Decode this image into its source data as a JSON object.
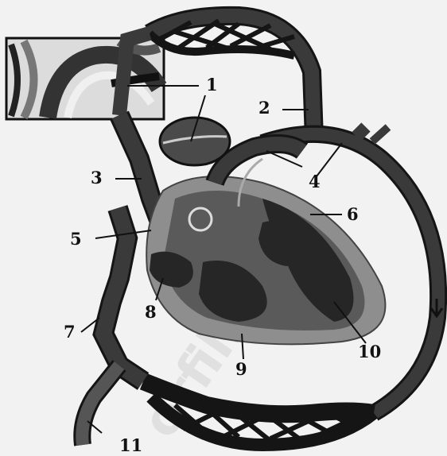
{
  "diagram": {
    "labels": [
      {
        "id": "1",
        "text": "1"
      },
      {
        "id": "2",
        "text": "2"
      },
      {
        "id": "3",
        "text": "3"
      },
      {
        "id": "4",
        "text": "4"
      },
      {
        "id": "5",
        "text": "5"
      },
      {
        "id": "6",
        "text": "6"
      },
      {
        "id": "7",
        "text": "7"
      },
      {
        "id": "8",
        "text": "8"
      },
      {
        "id": "9",
        "text": "9"
      },
      {
        "id": "10",
        "text": "10"
      },
      {
        "id": "11",
        "text": "11"
      }
    ],
    "watermark": "orfilis.ru",
    "colors": {
      "background": "#f2f2f2",
      "vessel": "#3a3a3a",
      "vessel_outline": "#151515",
      "heart_outer": "#8e8e8e",
      "heart_inner": "#5a5a5a",
      "chamber": "#262626",
      "label": "#111111"
    }
  }
}
